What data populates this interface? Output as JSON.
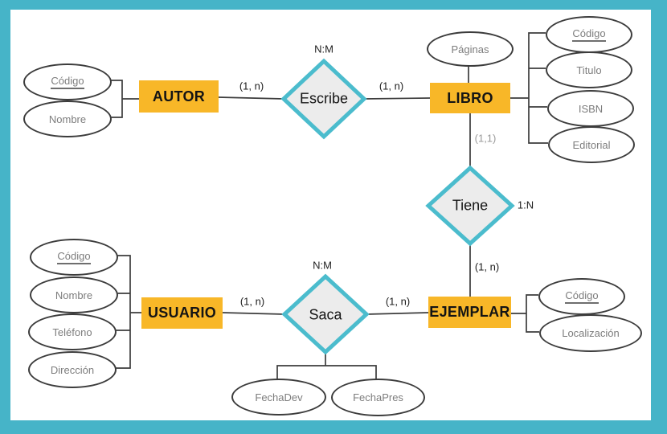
{
  "colors": {
    "frame": "#46b4c8",
    "entity_fill": "#f8b728",
    "rel_border": "#4bbccd",
    "rel_fill": "#ececec",
    "line": "#3c3c3c",
    "attr_text": "#7d7d7d"
  },
  "entities": {
    "autor": {
      "label": "AUTOR"
    },
    "libro": {
      "label": "LIBRO"
    },
    "usuario": {
      "label": "USUARIO"
    },
    "ejemplar": {
      "label": "EJEMPLAR"
    }
  },
  "relationships": {
    "escribe": {
      "label": "Escribe",
      "type": "N:M"
    },
    "tiene": {
      "label": "Tiene",
      "type": "1:N"
    },
    "saca": {
      "label": "Saca",
      "type": "N:M"
    }
  },
  "attributes": {
    "autor_codigo": {
      "label": "Código",
      "key": true
    },
    "autor_nombre": {
      "label": "Nombre",
      "key": false
    },
    "libro_paginas": {
      "label": "Páginas",
      "key": false
    },
    "libro_codigo": {
      "label": "Código",
      "key": true
    },
    "libro_titulo": {
      "label": "Titulo",
      "key": false
    },
    "libro_isbn": {
      "label": "ISBN",
      "key": false
    },
    "libro_editorial": {
      "label": "Editorial",
      "key": false
    },
    "usuario_codigo": {
      "label": "Código",
      "key": true
    },
    "usuario_nombre": {
      "label": "Nombre",
      "key": false
    },
    "usuario_telefono": {
      "label": "Teléfono",
      "key": false
    },
    "usuario_direccion": {
      "label": "Dirección",
      "key": false
    },
    "ejemplar_codigo": {
      "label": "Código",
      "key": true
    },
    "ejemplar_localizacion": {
      "label": "Localización",
      "key": false
    },
    "saca_fechadev": {
      "label": "FechaDev",
      "key": false
    },
    "saca_fechapres": {
      "label": "FechaPres",
      "key": false
    }
  },
  "cardinalities": {
    "autor_escribe": "(1, n)",
    "escribe_libro": "(1, n)",
    "libro_tiene": "(1,1)",
    "tiene_ejemplar": "(1, n)",
    "usuario_saca": "(1, n)",
    "saca_ejemplar": "(1, n)"
  }
}
